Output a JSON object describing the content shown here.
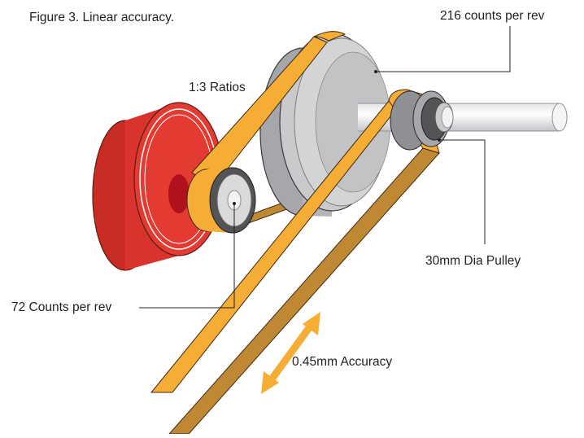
{
  "figure": {
    "caption": "Figure 3. Linear accuracy.",
    "labels": {
      "large_pulley_counts": "216 counts per rev",
      "ratio": "1:3 Ratios",
      "small_pulley_dia": "30mm Dia Pulley",
      "motor_counts": "72 Counts per rev",
      "accuracy": "0.45mm Accuracy"
    }
  },
  "colors": {
    "motor_red": "#e33a32",
    "belt_orange": "#f6ad35",
    "belt_dark": "#c18833",
    "pulley_grey": "#c9cacc",
    "pulley_dark": "#545456",
    "shaft_light": "#f2f3f4",
    "leader_line": "#231f20"
  }
}
